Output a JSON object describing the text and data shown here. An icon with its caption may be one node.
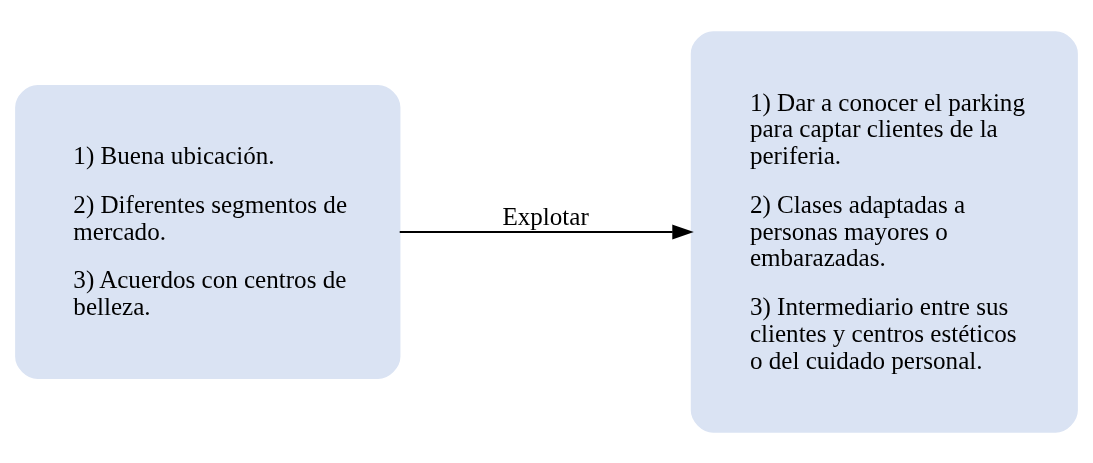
{
  "diagram": {
    "nodes": [
      {
        "text": [
          "1) Buena ubicación.",
          "2) Diferentes segmentos de mercado.",
          "3) Acuerdos con centros de belleza."
        ]
      },
      {
        "text": [
          "1) Dar a conocer el parking para captar clientes de la periferia.",
          "2) Clases adaptadas a personas mayores o embarazadas.",
          "3) Intermediario entre sus clientes y centros estéticos o del cuidado personal."
        ]
      }
    ],
    "edges": [
      {
        "from": 0,
        "to": 1,
        "arrow": "to",
        "label": "Explotar"
      }
    ]
  }
}
